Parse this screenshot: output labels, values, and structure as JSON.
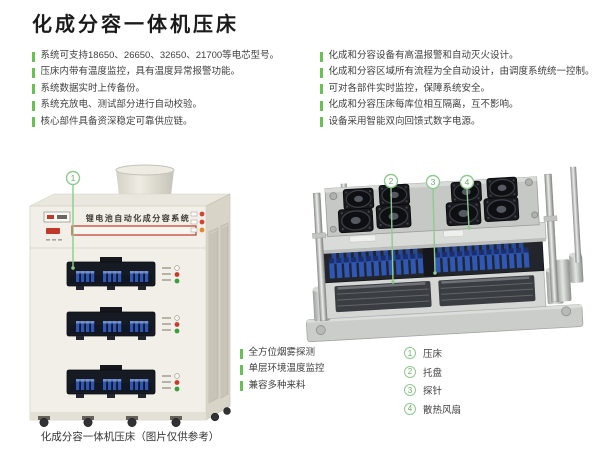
{
  "title": "化成分容一体机压床",
  "features_left": [
    "系统可支持18650、26650、32650、21700等电芯型号。",
    "压床内带有温度监控，具有温度异常报警功能。",
    "系统数据实时上传备份。",
    "系统充放电、测试部分进行自动校验。",
    "核心部件具备资深稳定可靠供应链。"
  ],
  "features_right": [
    "化成和分容设备有高温报警和自动灭火设计。",
    "化成和分容区域所有流程为全自动设计，由调度系统统一控制。",
    "可对各部件实时监控，保障系统安全。",
    "化成和分容压床每库位相互隔离，互不影响。",
    "设备采用智能双向回馈式数字电源。"
  ],
  "press_features": [
    "全方位烟雾探测",
    "单层环境温度监控",
    "兼容多种来料"
  ],
  "legend": [
    {
      "num": "1",
      "label": "压床"
    },
    {
      "num": "2",
      "label": "托盘"
    },
    {
      "num": "3",
      "label": "探针"
    },
    {
      "num": "4",
      "label": "散热风扇"
    }
  ],
  "machine": {
    "panel_title": "锂电池自动化成分容系统"
  },
  "callouts": {
    "c1": "1",
    "c2": "2",
    "c3": "3",
    "c4": "4"
  },
  "caption": "化成分容一体机压床（图片仅供参考）",
  "colors": {
    "bullet_green": "#6bbf59",
    "callout_green": "#8fca8f",
    "alarm_red": "#c0392b",
    "cell_blue": "#2e56b4",
    "body_text": "#3f3f3f"
  }
}
